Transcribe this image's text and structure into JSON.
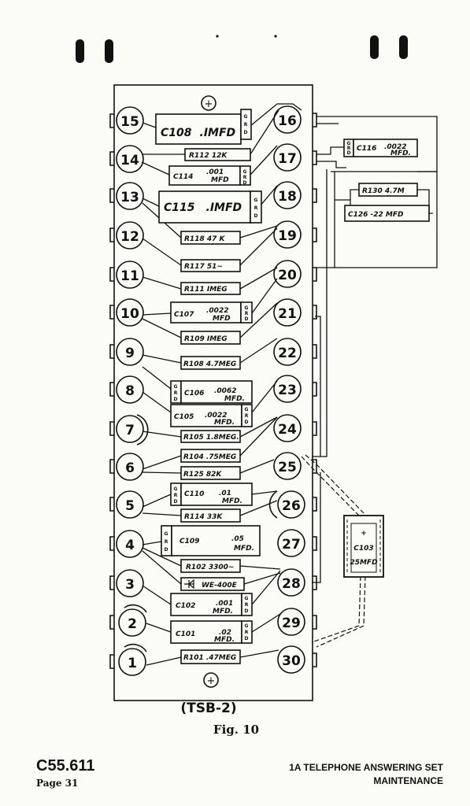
{
  "board_label": "(TSB-2)",
  "figure_caption": "Fig. 10",
  "footer": {
    "doc_number": "C55.611",
    "page": "Page 31",
    "title": "1A TELEPHONE ANSWERING SET",
    "subtitle": "MAINTENANCE"
  },
  "terminals": [
    "1",
    "2",
    "3",
    "4",
    "5",
    "6",
    "7",
    "8",
    "9",
    "10",
    "11",
    "12",
    "13",
    "14",
    "15",
    "16",
    "17",
    "18",
    "19",
    "20",
    "21",
    "22",
    "23",
    "24",
    "25",
    "26",
    "27",
    "28",
    "29",
    "30"
  ],
  "components": {
    "c108": {
      "name": "C108",
      "value": ".IMFD",
      "grd": "GRD"
    },
    "r112": {
      "text": "R112  12K"
    },
    "c114": {
      "name": "C114",
      "value": ".001",
      "unit": "MFD",
      "grd": "GRD"
    },
    "c115": {
      "name": "C115",
      "value": ".IMFD",
      "grd": "GRD"
    },
    "r118": {
      "text": "R118 47 K"
    },
    "r117": {
      "text": "R117   51~"
    },
    "r111": {
      "text": "R111   IMEG"
    },
    "c107": {
      "name": "C107",
      "value": ".0022",
      "unit": "MFD",
      "grd": "GRD"
    },
    "r109": {
      "text": "R109  IMEG"
    },
    "r108": {
      "text": "R108 4.7MEG"
    },
    "c106": {
      "name": "C106",
      "value": ".0062",
      "unit": "MFD.",
      "grd": "GRD"
    },
    "c105": {
      "name": "C105",
      "value": ".0022",
      "unit": "MFD.",
      "grd": "GRD"
    },
    "r105": {
      "text": "R105 1.8MEG."
    },
    "r104": {
      "text": "R104  .75MEG"
    },
    "r125": {
      "text": "R125   82K"
    },
    "c110": {
      "name": "C110",
      "value": ".01",
      "unit": "MFD.",
      "grd": "GRD"
    },
    "r114": {
      "text": "R114  33K"
    },
    "c109": {
      "name": "C109",
      "value": ".05",
      "unit": "MFD.",
      "grd": "GRD"
    },
    "r102": {
      "text": "R102  3300~"
    },
    "we400e": {
      "text": "WE-400E"
    },
    "c102": {
      "name": "C102",
      "value": ".001",
      "unit": "MFD.",
      "grd": "GRD"
    },
    "c101": {
      "name": "C101",
      "value": ".02",
      "unit": "MFD.",
      "grd": "GRD"
    },
    "r101": {
      "text": "R101 .47MEG"
    },
    "c116": {
      "name": "C116",
      "value": ".0022",
      "unit": "MFD.",
      "grd": "GRD"
    },
    "r130": {
      "text": "R130  4.7M"
    },
    "c126": {
      "text": "C126 -22 MFD"
    },
    "c103": {
      "name": "C103",
      "value": "25MFD",
      "plus": "+"
    }
  },
  "mounting_plus": "+"
}
